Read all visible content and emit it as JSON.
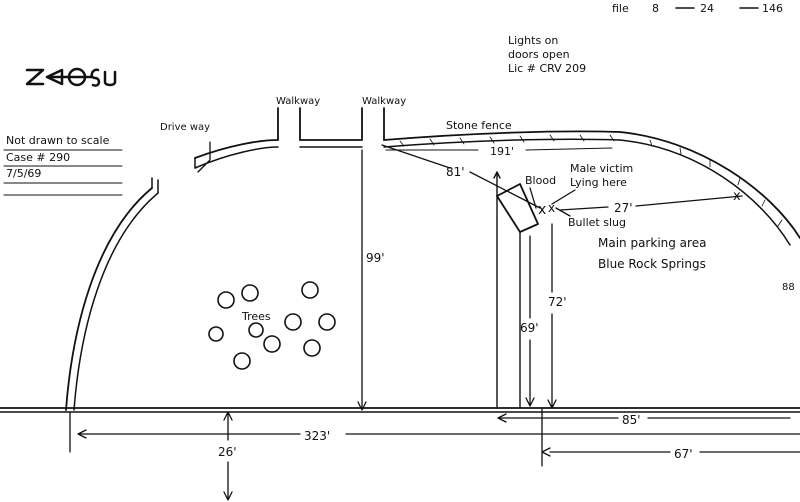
{
  "header": {
    "file_ref_prefix": "file",
    "file_ref_parts": [
      "8",
      "24",
      "146"
    ]
  },
  "notes": {
    "compass": "Z<-O-S",
    "lights": [
      "Lights on",
      "doors open",
      "Lic # CRV 209"
    ],
    "scale_note": "Not drawn to scale",
    "case": "Case # 290",
    "date": "7/5/69"
  },
  "labels": {
    "driveway": "Drive way",
    "walkway_left": "Walkway",
    "walkway_right": "Walkway",
    "stone_fence": "Stone fence",
    "trees": "Trees",
    "blood": "Blood",
    "victim": [
      "Male victim",
      "Lying here"
    ],
    "bullet": "Bullet slug",
    "parking": [
      "Main parking area",
      "Blue Rock Springs"
    ],
    "edge_mark": "88"
  },
  "measurements": {
    "d_191": "191'",
    "d_81": "81'",
    "d_27": "27'",
    "d_99": "99'",
    "d_69": "69'",
    "d_72": "72'",
    "d_85": "85'",
    "d_323": "323'",
    "d_67": "67'",
    "d_26": "26'"
  },
  "colors": {
    "ink": "#111111",
    "paper": "#ffffff"
  }
}
